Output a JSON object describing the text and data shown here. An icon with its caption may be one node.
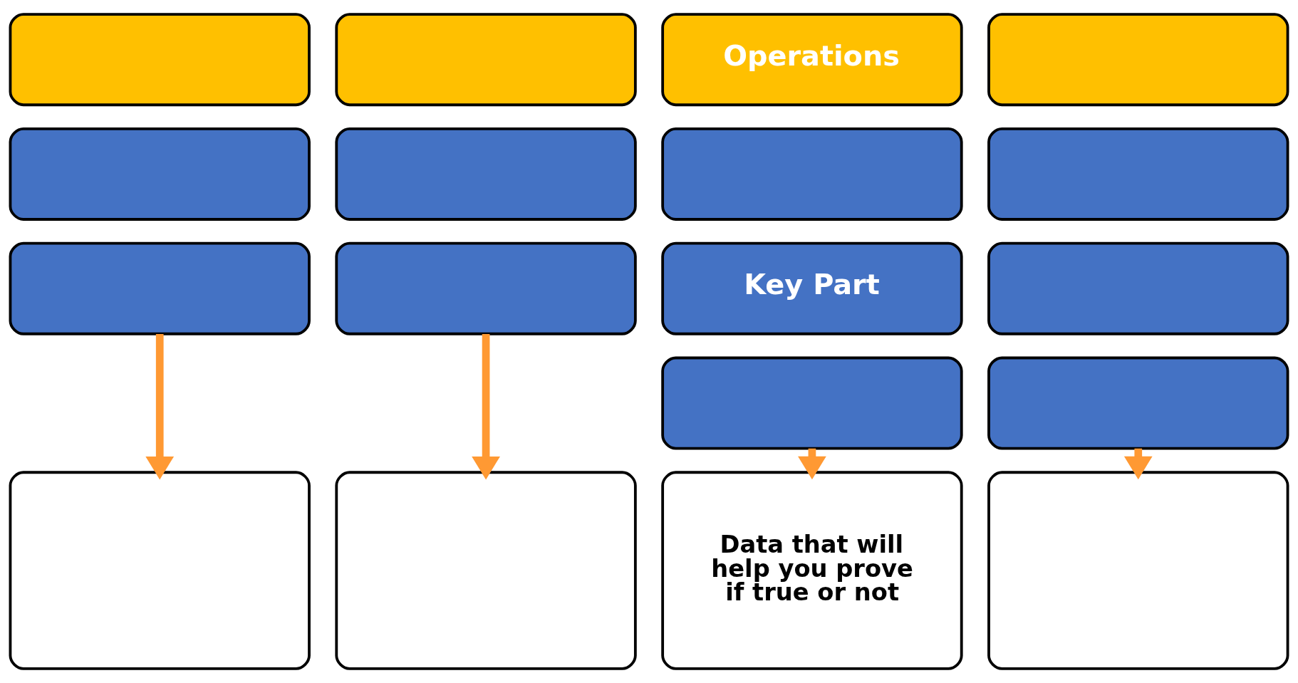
{
  "diagram": {
    "nodes": [
      {
        "text": [],
        "shape": "box"
      },
      {
        "text": [],
        "shape": "box"
      },
      {
        "text": [
          "Operations"
        ]
      },
      {
        "text": [],
        "shape": "box"
      },
      {
        "text": [],
        "shape": "box"
      },
      {
        "text": [],
        "shape": "box"
      },
      {
        "text": [],
        "shape": "box"
      },
      {
        "text": [],
        "shape": "box"
      },
      {
        "text": [],
        "shape": "box"
      },
      {
        "text": [],
        "shape": "box"
      },
      {
        "text": [
          "Key Part"
        ]
      },
      {
        "text": [],
        "shape": "box"
      },
      {
        "text": [],
        "shape": "box"
      },
      {
        "text": [],
        "shape": "box"
      },
      {
        "text": [],
        "shape": "box"
      },
      {
        "text": [],
        "shape": "box"
      },
      {
        "text": [
          "Data that will help you prove if true or not"
        ]
      },
      {
        "text": [],
        "shape": "box"
      }
    ],
    "edges": [
      {
        "from": 8,
        "to": 14,
        "arrow": "to"
      },
      {
        "from": 9,
        "to": 15,
        "arrow": "to"
      },
      {
        "from": 12,
        "to": 16,
        "arrow": "to"
      },
      {
        "from": 13,
        "to": 17,
        "arrow": "to"
      }
    ]
  }
}
